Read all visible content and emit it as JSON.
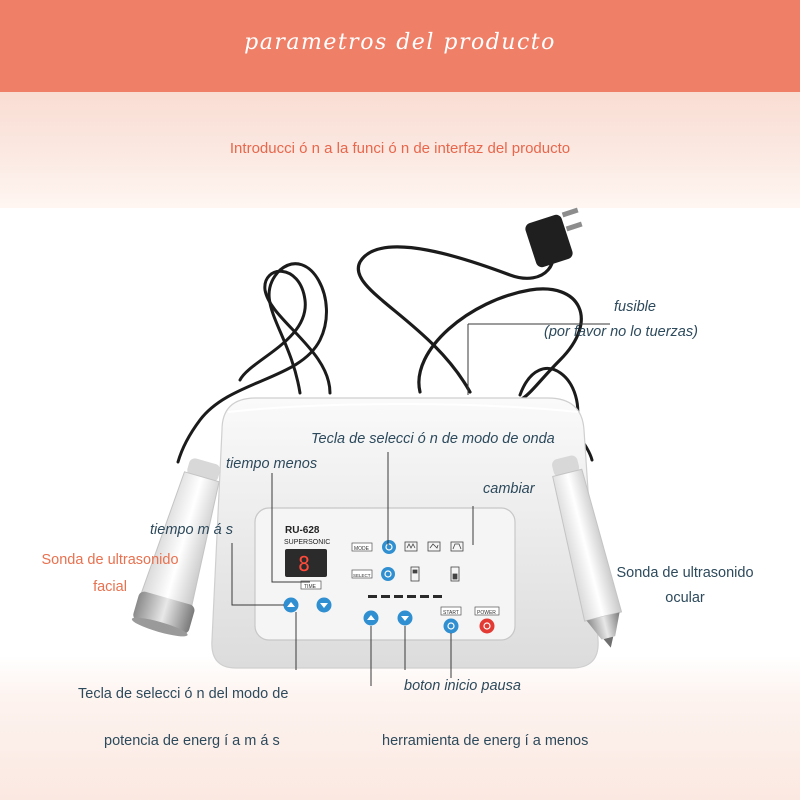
{
  "header": {
    "title": "parametros del producto",
    "subtitle": "Introducci ó n a la funci ó n de interfaz del producto"
  },
  "device": {
    "model": "RU-628",
    "brand": "SUPERSONIC",
    "display": "8",
    "buttons": {
      "mode": "MODE",
      "select": "SELECT",
      "time": "TIME",
      "start": "START",
      "power": "POWER"
    }
  },
  "labels": {
    "fuse_line1": "fusible",
    "fuse_line2": "(por favor no lo tuerzas)",
    "wave_mode_key": "Tecla de selecci ó n de modo de onda",
    "time_minus": "tiempo menos",
    "switch": "cambiar",
    "time_plus": "tiempo m á s",
    "probe_facial_line1": "Sonda de ultrasonido",
    "probe_facial_line2": "facial",
    "probe_ocular_line1": "Sonda de ultrasonido",
    "probe_ocular_line2": "ocular",
    "power_mode_key": "Tecla de selecci ó n del modo de",
    "start_pause": "boton inicio pausa",
    "energy_plus": "potencia de energ í a m á s",
    "energy_minus": "herramienta de energ í a menos"
  },
  "colors": {
    "banner": "#f07f67",
    "subtitle": "#e8674c",
    "label_dark": "#2d4a5c",
    "label_orange": "#e9714f",
    "button_blue": "#2f8fd1",
    "button_red": "#e33a34"
  }
}
